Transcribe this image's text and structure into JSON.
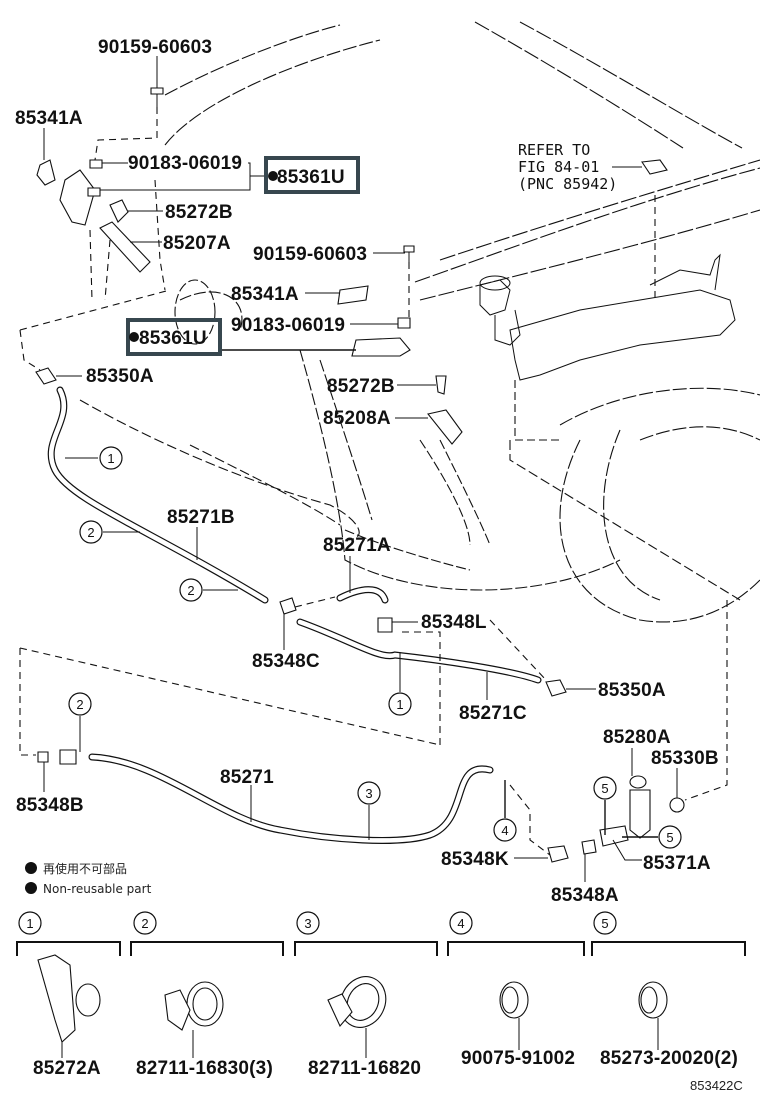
{
  "diagram": {
    "title": "Headlamp cleaner / washer hose parts diagram",
    "highlight_color": "#37474f",
    "figure_code": "853422C",
    "labels": {
      "bolt_top": "90159-60603",
      "cap_left": "85341A",
      "nut_top": "90183-06019",
      "nozzle_top_hl": "85361U",
      "clamp_top": "85272B",
      "cylinder_top": "85207A",
      "bolt_mid": "90159-60603",
      "cap_mid": "85341A",
      "nut_mid": "90183-06019",
      "nozzle_mid_hl": "85361U",
      "clamp_mid": "85272B",
      "cylinder_mid": "85208A",
      "valve_left": "85350A",
      "hose_b": "85271B",
      "hose_a": "85271A",
      "joint_l": "85348L",
      "joint_c": "85348C",
      "valve_right": "85350A",
      "hose_c": "85271C",
      "motor": "85280A",
      "grommet": "85330B",
      "joint_b": "85348B",
      "hose_main": "85271",
      "joint_k": "85348K",
      "pipe": "85371A",
      "joint_a": "85348A"
    },
    "refer_note": {
      "line1": "REFER TO",
      "line2": "FIG 84-01",
      "line3": "(PNC 85942)"
    },
    "callouts": [
      "1",
      "2",
      "3",
      "4",
      "5"
    ],
    "legend": {
      "japanese": "再使用不可部品",
      "english": "Non-reusable part"
    },
    "clip_table": [
      {
        "ref": "1",
        "part": "85272A"
      },
      {
        "ref": "2",
        "part": "82711-16830(3)"
      },
      {
        "ref": "3",
        "part": "82711-16820"
      },
      {
        "ref": "4",
        "part": "90075-91002"
      },
      {
        "ref": "5",
        "part": "85273-20020(2)"
      }
    ]
  }
}
